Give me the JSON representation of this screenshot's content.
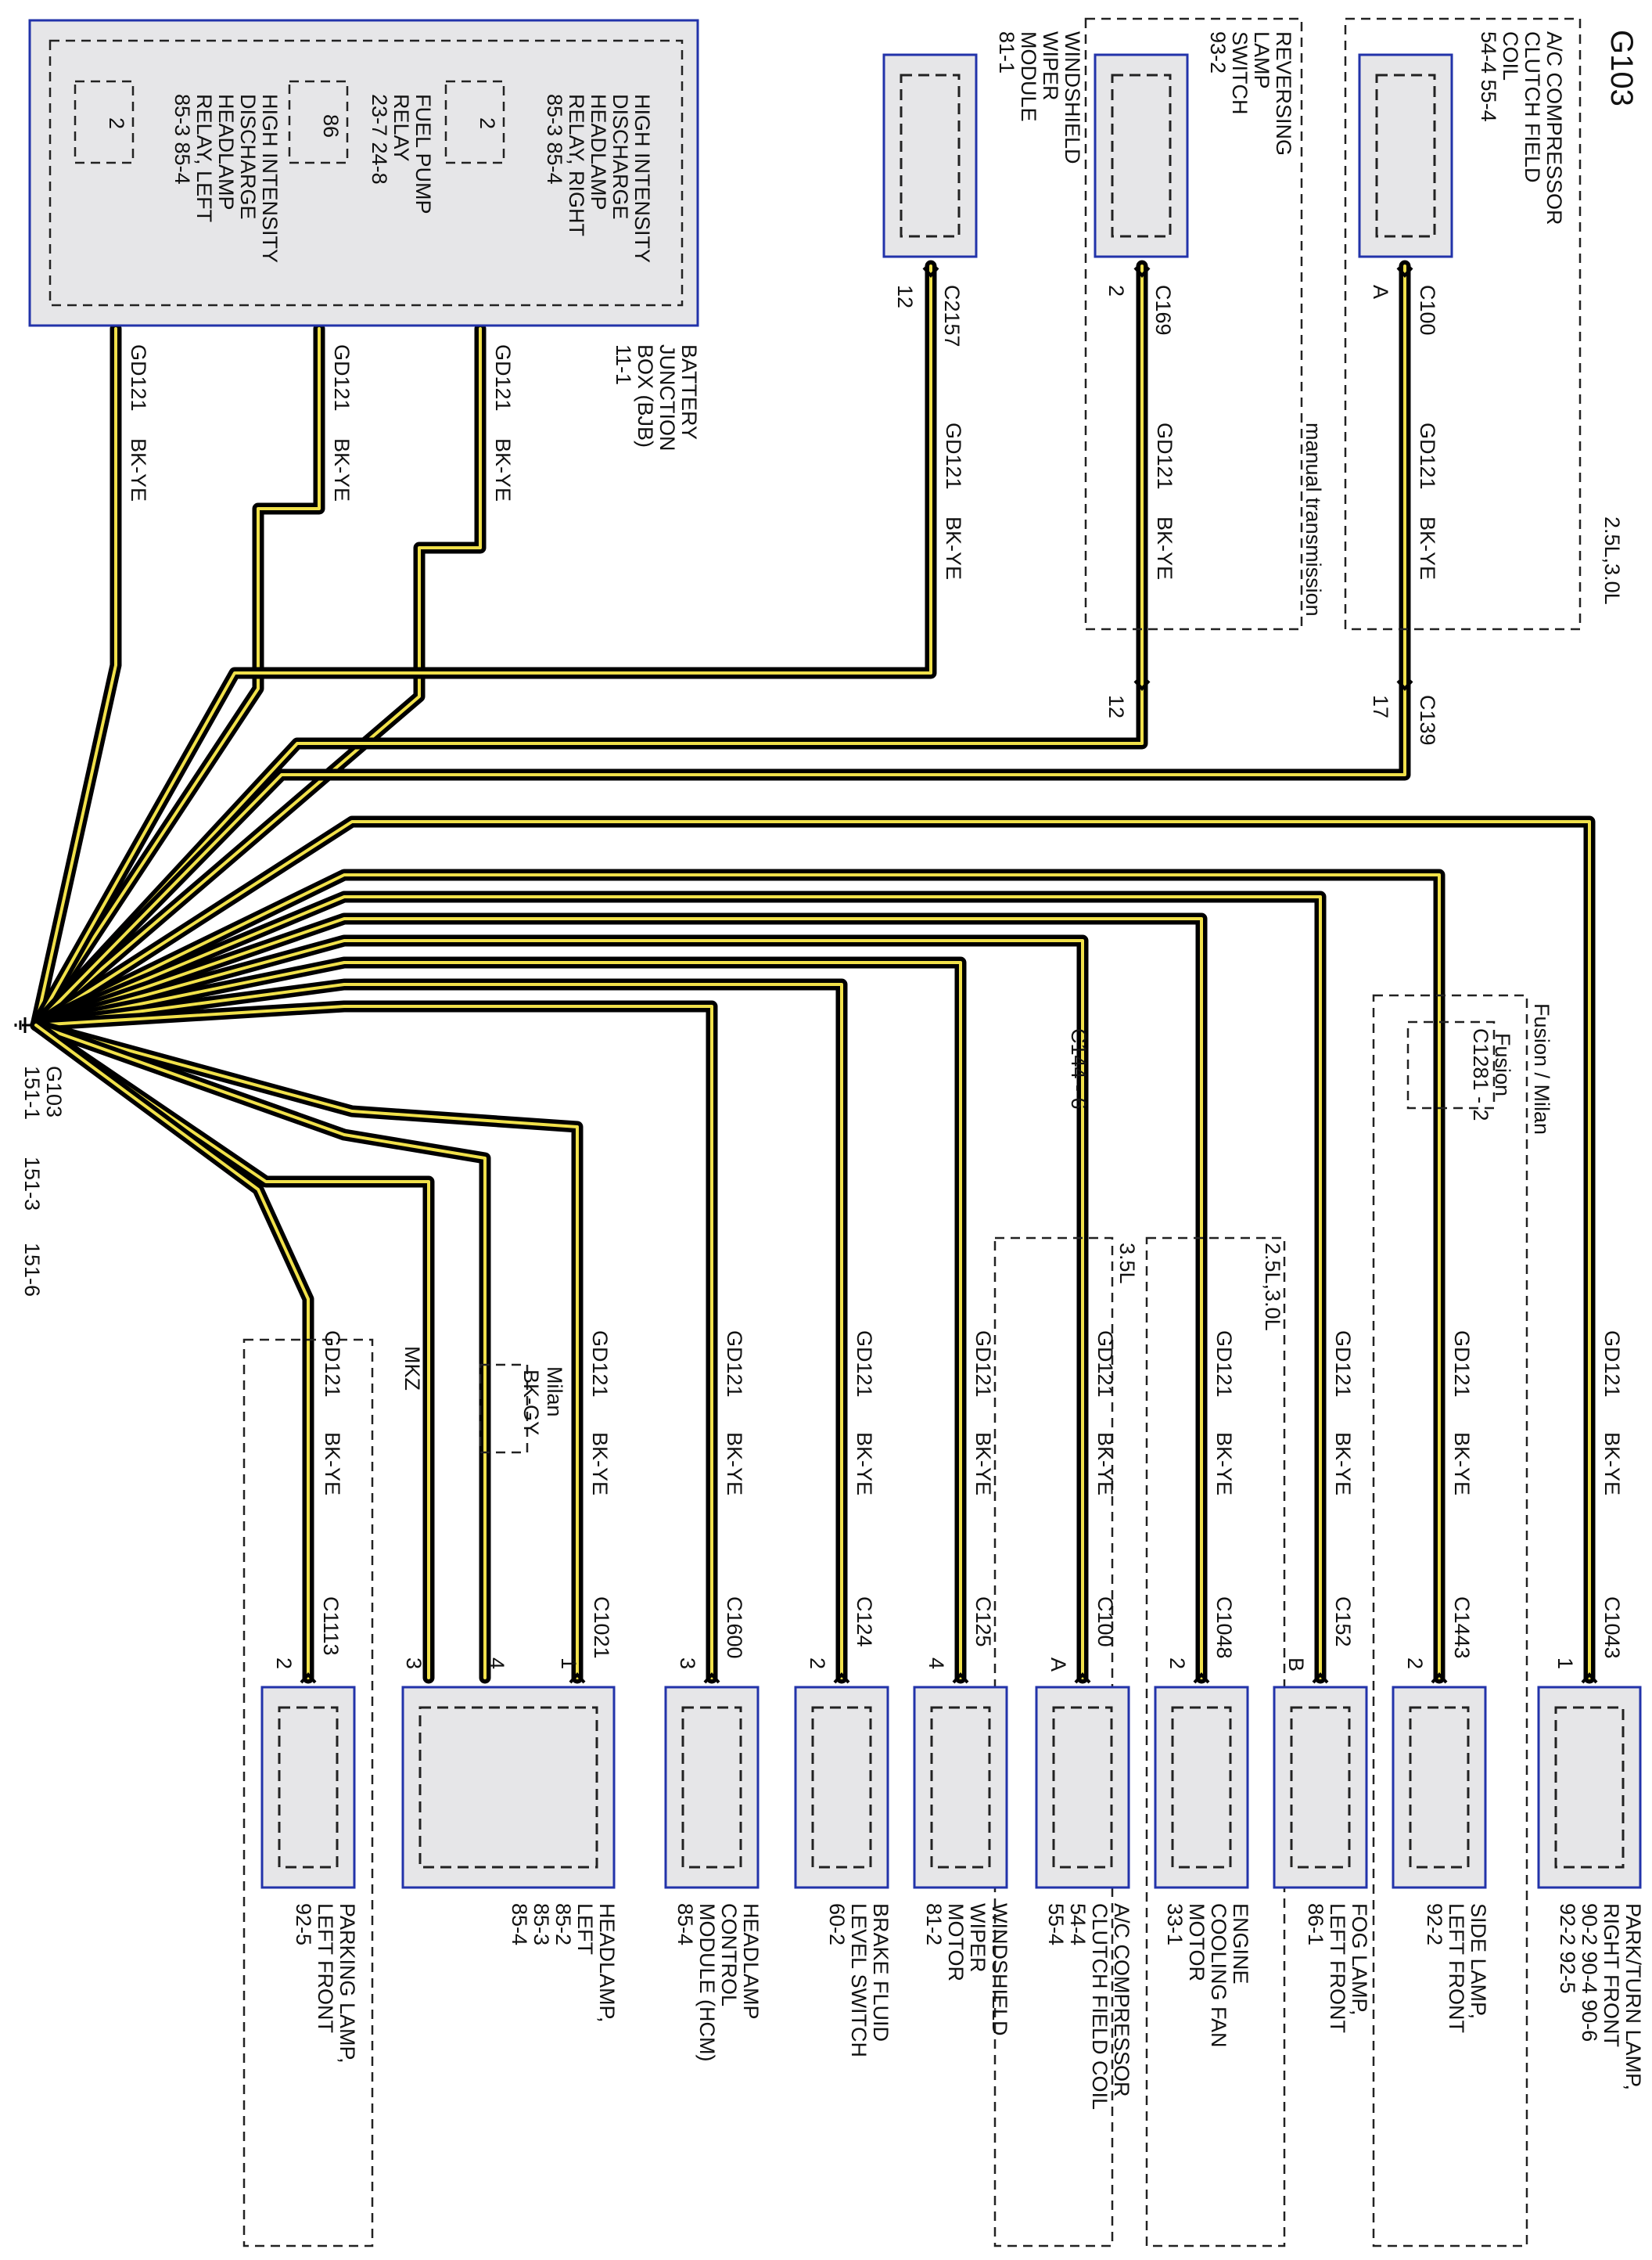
{
  "title": "G103",
  "ground": {
    "name": "G103",
    "pages": [
      "151-1",
      "151-3",
      "151-6"
    ]
  },
  "wire": {
    "circuit": "GD121",
    "color": "BK-YE",
    "alt_color": "BK-GY",
    "alt_color_note": "Milan"
  },
  "bjb": {
    "title": [
      "BATTERY",
      "JUNCTION",
      "BOX (BJB)",
      "11-1"
    ],
    "relays": [
      {
        "pin": "2",
        "lines": [
          "HIGH INTENSITY",
          "DISCHARGE",
          "HEADLAMP",
          "RELAY, RIGHT",
          "85-3  85-4"
        ]
      },
      {
        "pin": "86",
        "lines": [
          "FUEL PUMP",
          "RELAY",
          "23-7  24-8"
        ]
      },
      {
        "pin": "2",
        "lines": [
          "HIGH INTENSITY",
          "DISCHARGE",
          "HEADLAMP",
          "RELAY, LEFT",
          "85-3  85-4"
        ]
      }
    ]
  },
  "top_components": [
    {
      "lines": [
        "A/C COMPRESSOR",
        "CLUTCH FIELD",
        "COIL",
        "54-4   55-4"
      ],
      "connector": "C100",
      "pin": "A"
    },
    {
      "lines": [
        "REVERSING",
        "LAMP",
        "SWITCH",
        "93-2"
      ],
      "connector": "C169",
      "pin": "2"
    },
    {
      "lines": [
        "WINDSHIELD",
        "WIPER",
        "MODULE",
        "81-1"
      ],
      "connector": "C2157",
      "pin": "12"
    }
  ],
  "c139": {
    "connector": "C139",
    "pins": [
      "17",
      "12"
    ]
  },
  "notes": {
    "engine_25_30": "2.5L,3.0L",
    "manual": "manual transmission",
    "fusion_milan": "Fusion / Milan",
    "fusion": "Fusion",
    "c1281": "C1281 - 2",
    "c144": "C144 - 6",
    "engine_35": "3.5L",
    "mkz": "MKZ",
    "milan": "Milan"
  },
  "bottom_components": [
    {
      "lines": [
        "PARK/TURN LAMP,",
        "RIGHT FRONT",
        "90-2  90-4  90-6",
        "92-2  92-5"
      ],
      "connector": "C1043",
      "pin": "1"
    },
    {
      "lines": [
        "SIDE LAMP,",
        "LEFT FRONT",
        "92-2"
      ],
      "connector": "C1443",
      "pin": "2"
    },
    {
      "lines": [
        "FOG LAMP,",
        "LEFT FRONT",
        "86-1"
      ],
      "connector": "C152",
      "pin": "B"
    },
    {
      "lines": [
        "ENGINE",
        "COOLING FAN",
        "MOTOR",
        "33-1"
      ],
      "connector": "C1048",
      "pin": "2"
    },
    {
      "lines": [
        "A/C COMPRESSOR",
        "CLUTCH FIELD COIL",
        "54-4",
        "55-4"
      ],
      "connector": "C100",
      "pin": "A"
    },
    {
      "lines": [
        "WINDSHIELD",
        "WIPER",
        "MOTOR",
        "81-2"
      ],
      "connector": "C125",
      "pin": "4"
    },
    {
      "lines": [
        "BRAKE FLUID",
        "LEVEL SWITCH",
        "60-2"
      ],
      "connector": "C124",
      "pin": "2"
    },
    {
      "lines": [
        "HEADLAMP",
        "CONTROL",
        "MODULE (HCM)",
        "85-4"
      ],
      "connector": "C1600",
      "pin": "3"
    },
    {
      "lines": [
        "HEADLAMP,",
        "LEFT",
        "85-2",
        "85-3",
        "85-4"
      ],
      "connector": "C1021",
      "pins": [
        "1",
        "4",
        "3"
      ]
    },
    {
      "lines": [
        "PARKING LAMP,",
        "LEFT FRONT",
        "92-5"
      ],
      "connector": "C1113",
      "pin": "2"
    }
  ]
}
